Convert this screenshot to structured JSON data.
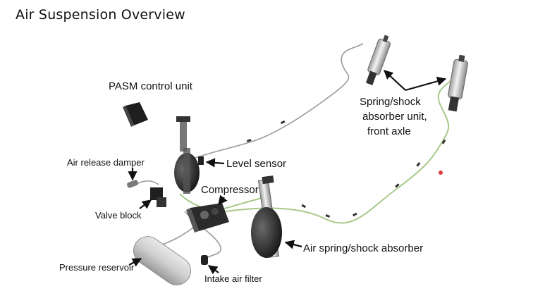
{
  "title": "Air Suspension Overview",
  "labels": {
    "pasm_control_unit": "PASM control unit",
    "spring_shock_front_1": "Spring/shock",
    "spring_shock_front_2": "absorber unit,",
    "spring_shock_front_3": "front axle",
    "level_sensor": "Level sensor",
    "air_release_damper": "Air release damper",
    "compressor": "Compressor",
    "valve_block": "Valve block",
    "air_spring_shock_absorber": "Air spring/shock absorber",
    "pressure_reservoir": "Pressure reservoir",
    "intake_air_filter": "Intake air filter"
  },
  "colors": {
    "line_green": "#a8c98a",
    "line_grey": "#9a9a9a",
    "component_dark": "#2a2a2a",
    "red_dot": "#e23b3b"
  }
}
